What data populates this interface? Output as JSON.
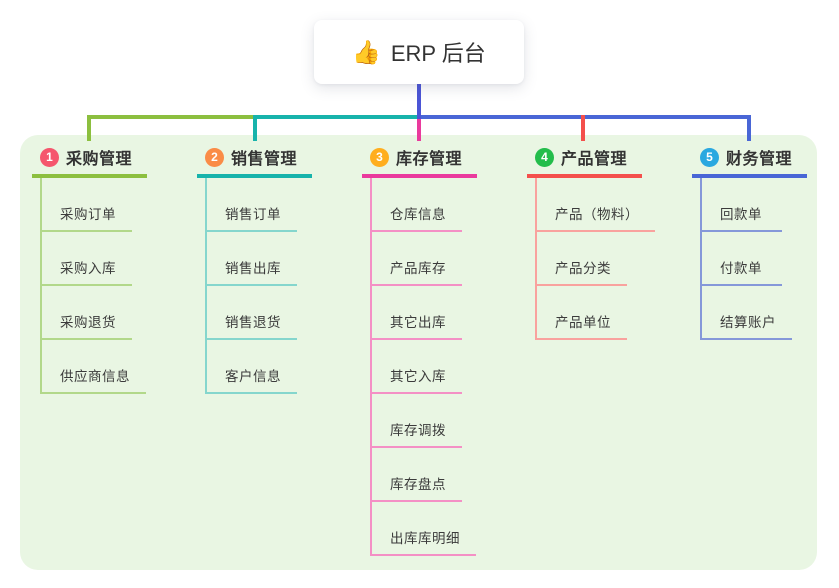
{
  "root": {
    "icon_glyph": "👍",
    "label": "ERP 后台"
  },
  "panel": {
    "background": "#e9f6e3"
  },
  "connector_colors": {
    "root_trunk": "#4b55d6",
    "branch_1": "#8cbf3f",
    "branch_2": "#17b3ab",
    "branch_3": "#ea3a9d",
    "branch_4": "#f4504c",
    "branch_5": "#4966d6"
  },
  "branches": [
    {
      "index": "1",
      "label": "采购管理",
      "badge_color": "#f5566d",
      "line_color": "#8cbf3f",
      "child_line_color": "#b2d88a",
      "children": [
        "采购订单",
        "采购入库",
        "采购退货",
        "供应商信息"
      ]
    },
    {
      "index": "2",
      "label": "销售管理",
      "badge_color": "#fa8c47",
      "line_color": "#17b3ab",
      "child_line_color": "#85d6cd",
      "children": [
        "销售订单",
        "销售出库",
        "销售退货",
        "客户信息"
      ]
    },
    {
      "index": "3",
      "label": "库存管理",
      "badge_color": "#ffae1e",
      "line_color": "#ea3a9d",
      "child_line_color": "#f490c5",
      "children": [
        "仓库信息",
        "产品库存",
        "其它出库",
        "其它入库",
        "库存调拨",
        "库存盘点",
        "出库库明细"
      ]
    },
    {
      "index": "4",
      "label": "产品管理",
      "badge_color": "#23bd4b",
      "line_color": "#f4504c",
      "child_line_color": "#f9a29e",
      "children": [
        "产品（物料）",
        "产品分类",
        "产品单位"
      ]
    },
    {
      "index": "5",
      "label": "财务管理",
      "badge_color": "#2aa8e0",
      "line_color": "#4966d6",
      "child_line_color": "#8598d9",
      "children": [
        "回款单",
        "付款单",
        "结算账户"
      ]
    }
  ]
}
